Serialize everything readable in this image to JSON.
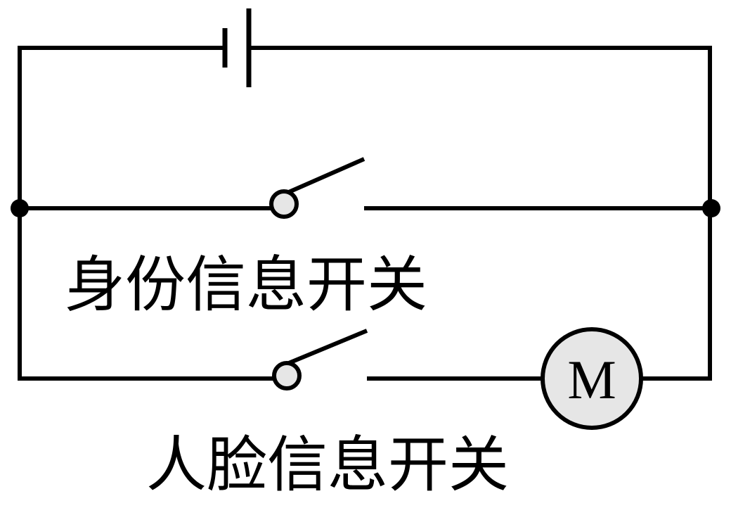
{
  "labels": {
    "id_switch": "身份信息开关",
    "face_switch": "人脸信息开关"
  },
  "motor": {
    "symbol": "M"
  },
  "colors": {
    "wire": "#000000",
    "motor_fill": "#e6e6e6",
    "contact_fill": "#e6e6e6",
    "background": "#ffffff"
  }
}
